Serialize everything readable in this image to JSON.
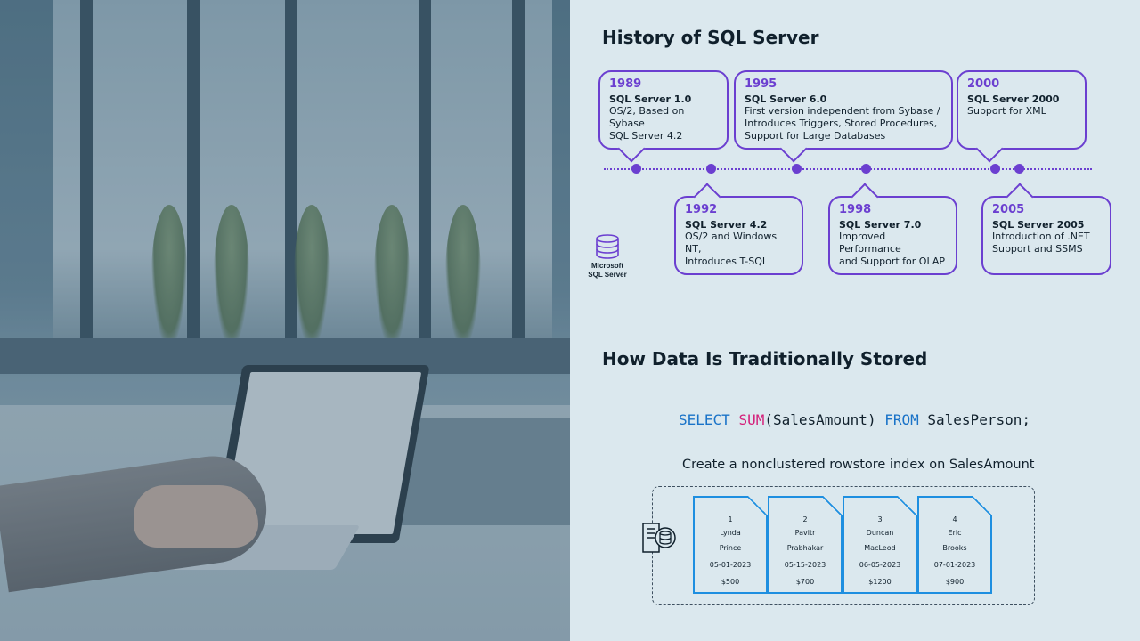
{
  "colors": {
    "accent": "#6b3fd0",
    "page_border": "#1e8fe0",
    "keyword_blue": "#1a73c8",
    "keyword_pink": "#d4207a",
    "text": "#10202c"
  },
  "history_title": "History of SQL Server",
  "timeline": [
    {
      "year": "1989",
      "name": "SQL Server 1.0",
      "desc": [
        "OS/2, Based on Sybase",
        "SQL Server 4.2"
      ]
    },
    {
      "year": "1992",
      "name": "SQL Server 4.2",
      "desc": [
        "OS/2 and Windows NT,",
        "Introduces T-SQL"
      ]
    },
    {
      "year": "1995",
      "name": "SQL Server 6.0",
      "desc": [
        "First version independent from Sybase /",
        "Introduces Triggers, Stored Procedures,",
        "Support for Large Databases"
      ]
    },
    {
      "year": "1998",
      "name": "SQL Server 7.0",
      "desc": [
        "Improved Performance",
        "and Support for OLAP"
      ]
    },
    {
      "year": "2000",
      "name": "SQL Server 2000",
      "desc": [
        "Support for XML"
      ]
    },
    {
      "year": "2005",
      "name": "SQL Server 2005",
      "desc": [
        "Introduction of .NET",
        "Support and SSMS"
      ]
    }
  ],
  "logo": {
    "icon": "database-icon",
    "line1": "Microsoft",
    "line2": "SQL Server"
  },
  "storage_title": "How Data Is Traditionally Stored",
  "code": {
    "kw1": "SELECT",
    "fn": "SUM",
    "arg": "(SalesAmount)",
    "kw2": "FROM",
    "table": "SalesPerson;"
  },
  "index_caption": "Create a nonclustered rowstore index on SalesAmount",
  "server_icon": "database-server-icon",
  "pages": [
    {
      "id": "1",
      "first": "Lynda",
      "last": "Prince",
      "date": "05-01-2023",
      "amount": "$500"
    },
    {
      "id": "2",
      "first": "Pavitr",
      "last": "Prabhakar",
      "date": "05-15-2023",
      "amount": "$700"
    },
    {
      "id": "3",
      "first": "Duncan",
      "last": "MacLeod",
      "date": "06-05-2023",
      "amount": "$1200"
    },
    {
      "id": "4",
      "first": "Eric",
      "last": "Brooks",
      "date": "07-01-2023",
      "amount": "$900"
    }
  ]
}
